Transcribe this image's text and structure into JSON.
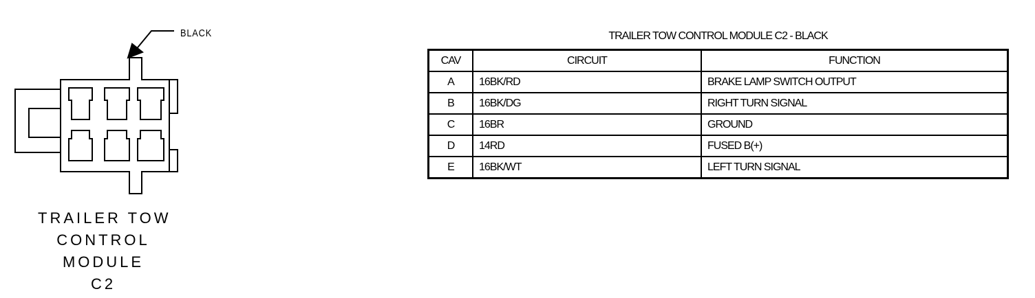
{
  "connector": {
    "color_callout": "BLACK",
    "caption_lines": [
      "TRAILER TOW",
      "CONTROL",
      "MODULE",
      "C2"
    ]
  },
  "table": {
    "title": "TRAILER TOW CONTROL MODULE C2 - BLACK",
    "headers": {
      "cav": "CAV",
      "circuit": "CIRCUIT",
      "function": "FUNCTION"
    },
    "rows": [
      {
        "cav": "A",
        "circuit": "16BK/RD",
        "function": "BRAKE LAMP SWITCH OUTPUT"
      },
      {
        "cav": "B",
        "circuit": "16BK/DG",
        "function": "RIGHT TURN SIGNAL"
      },
      {
        "cav": "C",
        "circuit": "16BR",
        "function": "GROUND"
      },
      {
        "cav": "D",
        "circuit": "14RD",
        "function": "FUSED B(+)"
      },
      {
        "cav": "E",
        "circuit": "16BK/WT",
        "function": "LEFT TURN SIGNAL"
      }
    ]
  }
}
